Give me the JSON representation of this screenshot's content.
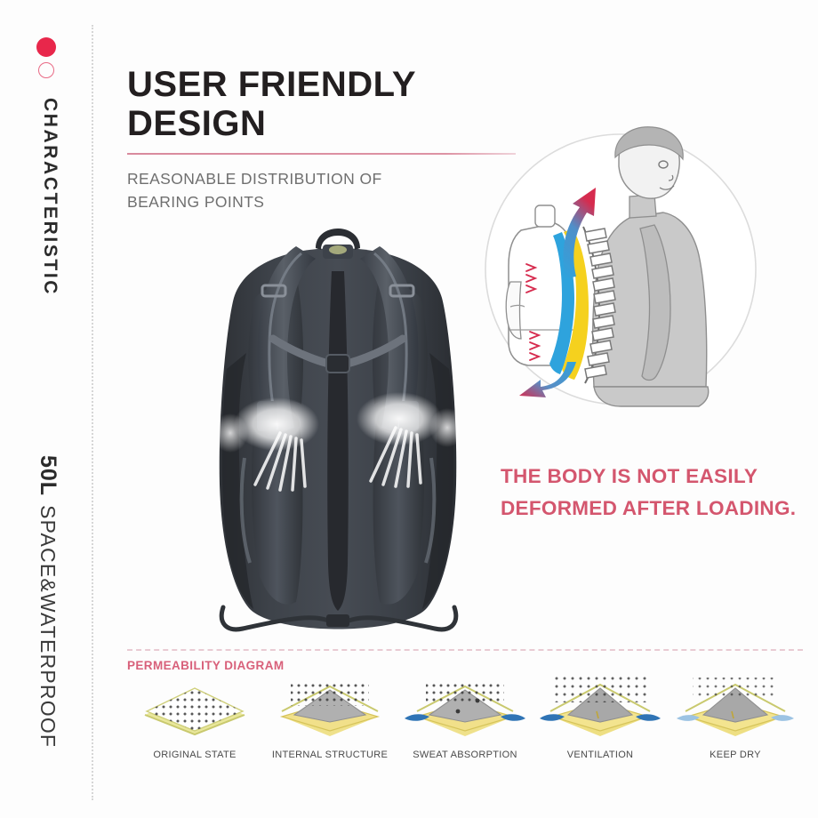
{
  "background_color": "#fdfdfd",
  "accent_colors": {
    "crimson_dot": "#e8274b",
    "rose_rule": "#d98a9d",
    "statement_red": "#d4566e",
    "perm_title_red": "#d8607a",
    "mesh_yellow": "#e8d45a",
    "peak_gray": "#a8a8a8",
    "water_blue": "#2f74b5",
    "spine_yellow": "#f5d11e",
    "spine_blue": "#2ea3dd",
    "arrow_red": "#d62b4e"
  },
  "rail": {
    "bullet_filled": "filled-circle",
    "bullet_outline": "outline-circle",
    "heading": "CHARACTERISTIC",
    "volume": "50L",
    "volume_sub": "SPACE&WATERPROOF"
  },
  "headline": {
    "title": "USER FRIENDLY DESIGN",
    "subtitle_line1": "REASONABLE DISTRIBUTION OF",
    "subtitle_line2": "BEARING POINTS"
  },
  "statement": {
    "line1": "THE BODY IS NOT EASILY",
    "line2": "DEFORMED AFTER LOADING."
  },
  "illustration": {
    "photo_alt": "backpack-back-panel-with-airflow",
    "diagram_alt": "person-wearing-backpack-spine-support-airflow"
  },
  "permeability": {
    "title": "PERMEABILITY DIAGRAM",
    "steps": [
      {
        "label": "ORIGINAL STATE",
        "art": "flat-mesh"
      },
      {
        "label": "INTERNAL STRUCTURE",
        "art": "peak-mesh"
      },
      {
        "label": "SWEAT ABSORPTION",
        "art": "peak-mesh-water-in"
      },
      {
        "label": "VENTILATION",
        "art": "peak-mesh-vapor-out"
      },
      {
        "label": "KEEP DRY",
        "art": "peak-mesh-dry"
      }
    ]
  }
}
